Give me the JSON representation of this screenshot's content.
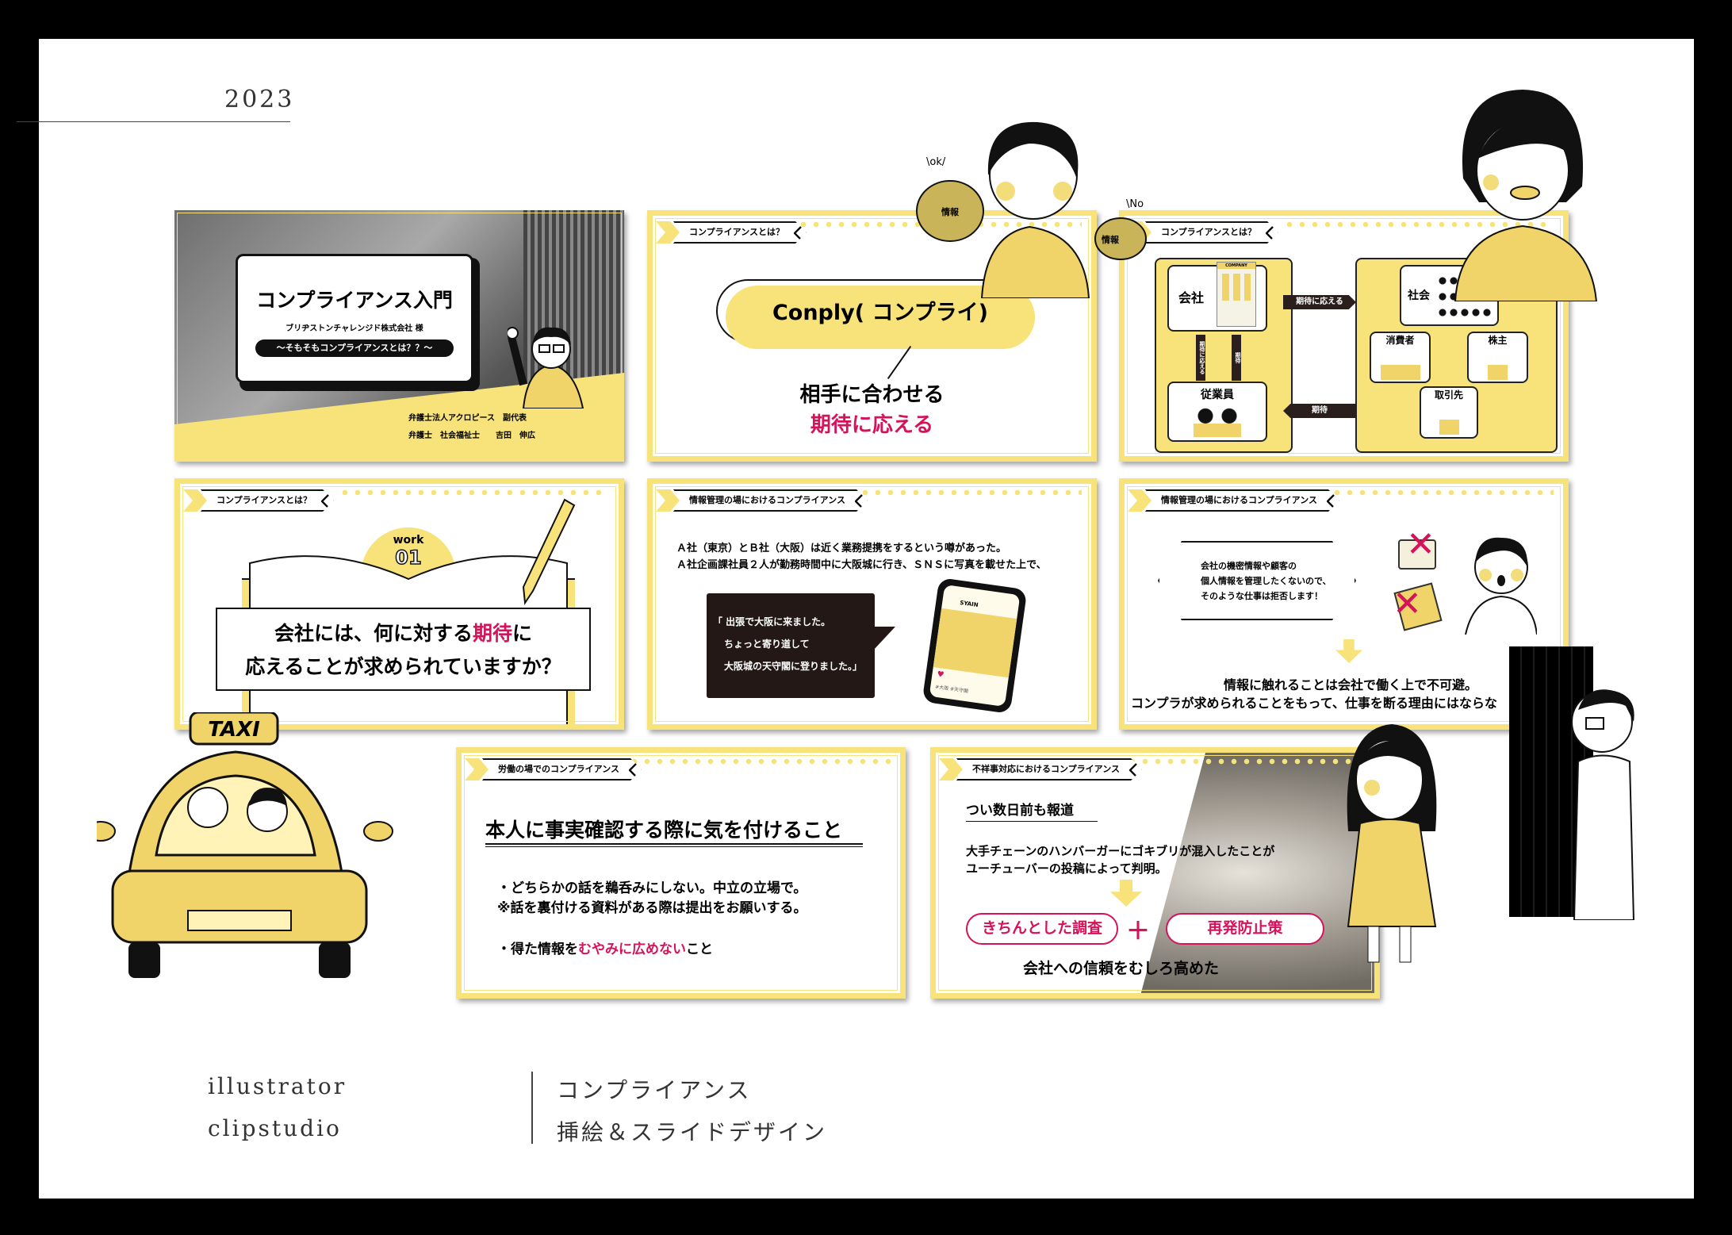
{
  "header": {
    "year": "2023"
  },
  "footer": {
    "tools": [
      "illustrator",
      "clipstudio"
    ],
    "title_lines": [
      "コンプライアンス",
      "挿絵＆スライドデザイン"
    ]
  },
  "colors": {
    "accent_yellow": "#f8e27a",
    "accent_pink": "#d6135a",
    "dark": "#231815"
  },
  "slides": {
    "cover": {
      "title": "コンプライアンス入門",
      "client": "ブリヂストンチャレンジド株式会社 様",
      "subtitle": "〜そもそもコンプライアンスとは？？〜",
      "presenter_line1_org": "弁護士法人アクロピース",
      "presenter_line1_role": "副代表",
      "presenter_line2_quals": "弁護士　社会福祉士",
      "presenter_line2_name": "吉田　伸広"
    },
    "conply": {
      "tab": "コンプライアンスとは？",
      "term": "Conply( コンプライ)",
      "meaning1": "相手に合わせる",
      "meaning2": "期待に応える"
    },
    "diagram": {
      "tab": "コンプライアンスとは？",
      "company": "会社",
      "company_sign": "COMPANY",
      "employees": "従業員",
      "society": "社会",
      "consumers": "消費者",
      "shareholders": "株主",
      "partners": "取引先",
      "arrow_meet": "期待に応える",
      "arrow_expect": "期待",
      "arrow_v_meet": "期待に応える",
      "arrow_v_expect": "期待"
    },
    "work": {
      "tab": "コンプライアンスとは？",
      "badge_word": "work",
      "badge_num": "01",
      "q_line1_a": "会社には、何に対する",
      "q_line1_hl": "期待",
      "q_line1_b": "に",
      "q_line2": "応えることが求められていますか？"
    },
    "info1": {
      "tab": "情報管理の場におけるコンプライアンス",
      "line1": "Ａ社（東京）とＢ社（大阪）は近く業務提携をするという噂があった。",
      "line2": "Ａ社企画課社員２人が勤務時間中に大阪城に行き、ＳＮＳに写真を載せた上で、",
      "quote1": "「 出張で大阪に来ました。",
      "quote2": "ちょっと寄り道して",
      "quote3": "大阪城の天守閣に登りました。」",
      "phone_user": "SYAIN",
      "tags": [
        "#大阪",
        "#天守閣"
      ]
    },
    "info2": {
      "tab": "情報管理の場におけるコンプライアンス",
      "bubble1": "会社の機密情報や顧客の",
      "bubble2": "個人情報を管理したくないので、",
      "bubble3": "そのような仕事は拒否します！",
      "concl1": "情報に触れることは会社で働く上で不可避。",
      "concl2": "コンプラが求められることをもって、仕事を断る理由にはならな"
    },
    "labor": {
      "tab": "労働の場でのコンプライアンス",
      "heading": "本人に事実確認する際に気を付けること",
      "bullet1": "・どちらかの話を鵜呑みにしない。中立の立場で。",
      "note": "※話を裏付ける資料がある際は提出をお願いする。",
      "bullet2_a": "・得た情報を",
      "bullet2_hl": "むやみに広めない",
      "bullet2_b": "こと"
    },
    "scandal": {
      "tab": "不祥事対応におけるコンプライアンス",
      "callout": "つい数日前も報道",
      "line1": "大手チェーンのハンバーガーにゴキブリが混入したことが",
      "line2": "ユーチューバーの投稿によって判明。",
      "pill1": "きちんとした調査",
      "plus": "＋",
      "pill2": "再発防止策",
      "result": "会社への信頼をむしろ高めた"
    }
  },
  "illustrations": {
    "blob_label": "情報",
    "ok": "\\ok/",
    "no": "\\No",
    "taxi_sign": "TAXI"
  }
}
